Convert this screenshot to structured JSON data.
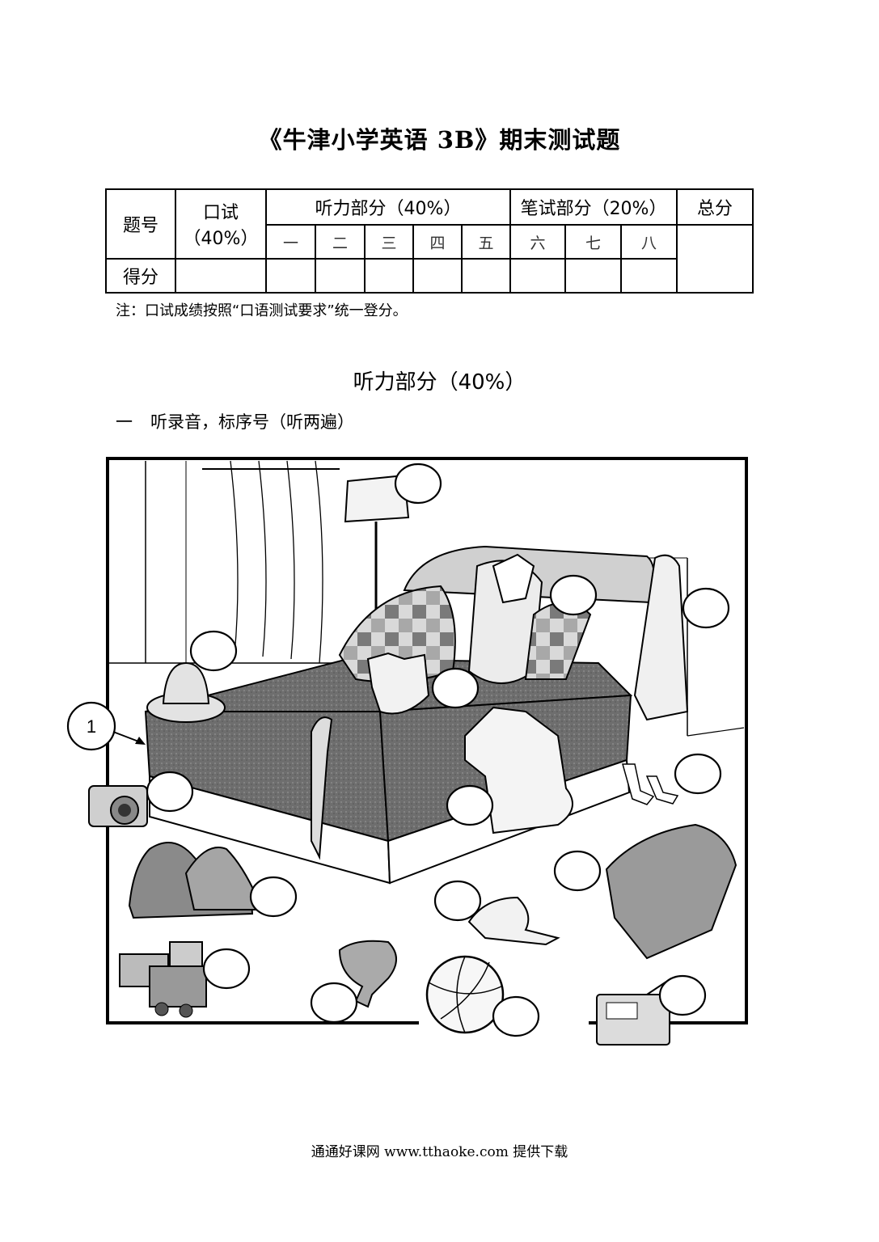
{
  "title": "《牛津小学英语 3B》期末测试题",
  "score_table": {
    "row_header_label": "题号",
    "oral_label": "口试",
    "oral_pct": "（40%）",
    "listening_label": "听力部分（40%）",
    "writing_label": "笔试部分（20%）",
    "total_label": "总分",
    "listening_items": [
      "一",
      "二",
      "三",
      "四",
      "五"
    ],
    "writing_items": [
      "六",
      "七",
      "八"
    ],
    "score_row_label": "得分"
  },
  "note": "注：口试成绩按照“口语测试要求”统一登分。",
  "section_title": "听力部分（40%）",
  "question1": {
    "number": "一",
    "instruction": "听录音，标序号（听两遍）",
    "example_number": "1"
  },
  "picture_items": [
    "lamp",
    "bed",
    "pillow",
    "shirt",
    "coat",
    "hat",
    "t-shirt",
    "tie",
    "dress",
    "socks",
    "camera",
    "shoes",
    "jeans",
    "cap",
    "train",
    "belt",
    "ball",
    "radio"
  ],
  "footer": "通通好课网  www.tthaoke.com  提供下载"
}
